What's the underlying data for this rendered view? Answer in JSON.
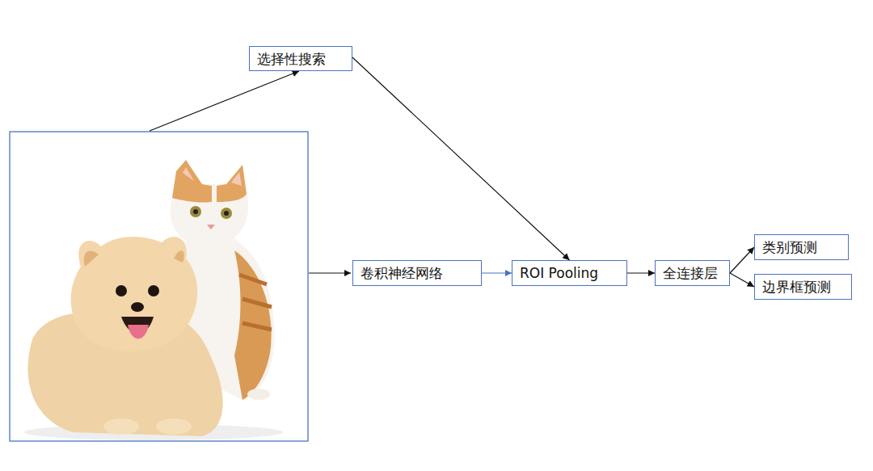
{
  "diagram": {
    "nodes": [
      {
        "text": [
          "选择性搜索"
        ]
      },
      {
        "text": [
          "卷积神经网络"
        ]
      },
      {
        "text": [
          "ROI Pooling"
        ]
      },
      {
        "text": [
          "全连接层"
        ]
      },
      {
        "text": [
          "类别预测"
        ]
      },
      {
        "text": [
          "边界框预测"
        ]
      }
    ],
    "edges": [
      {
        "from": 0,
        "to": 2,
        "arrow": "to"
      },
      {
        "from": 1,
        "to": 2,
        "arrow": "to"
      },
      {
        "from": 2,
        "to": 3,
        "arrow": "to"
      },
      {
        "from": 3,
        "to": 4,
        "arrow": "to"
      },
      {
        "from": 3,
        "to": 5,
        "arrow": "to"
      }
    ]
  }
}
